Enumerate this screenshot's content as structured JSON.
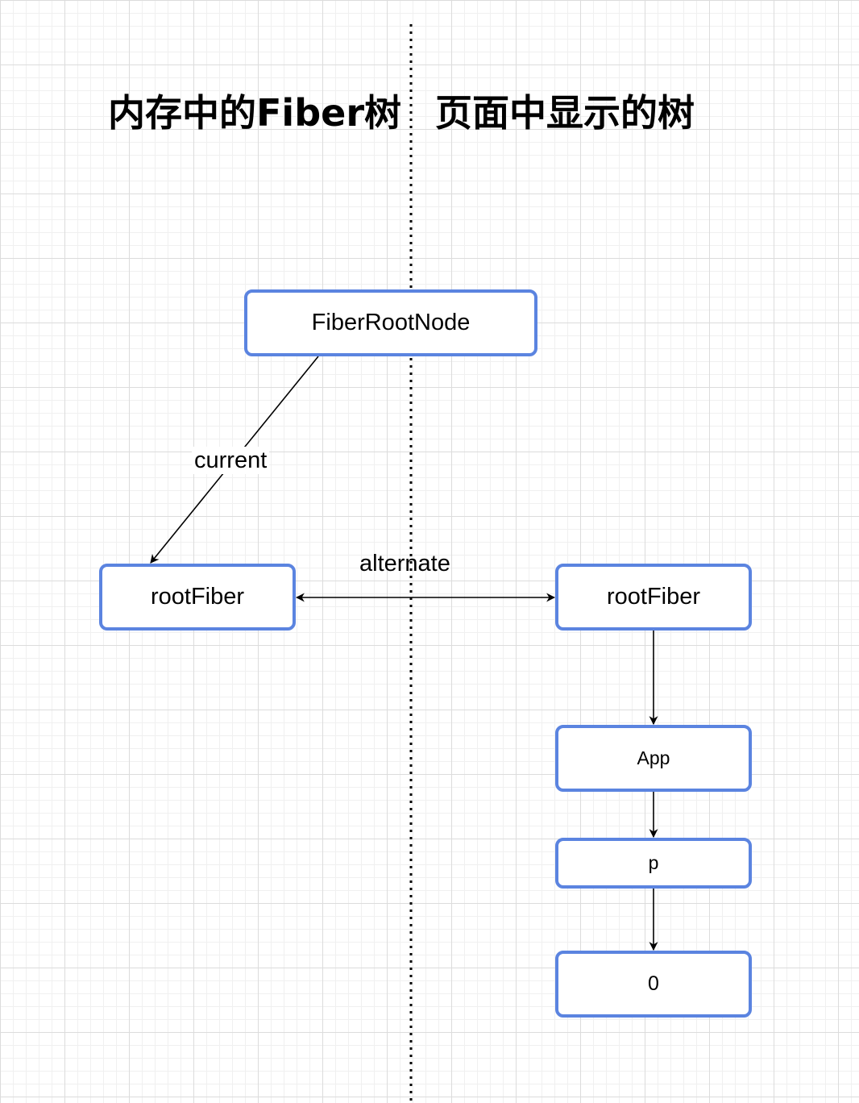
{
  "headings": {
    "left": "内存中的Fiber树",
    "right": "页面中显示的树"
  },
  "nodes": {
    "fiber_root_node": "FiberRootNode",
    "root_fiber_left": "rootFiber",
    "root_fiber_right": "rootFiber",
    "app": "App",
    "p": "p",
    "zero": "0"
  },
  "edges": {
    "current": "current",
    "alternate": "alternate"
  },
  "colors": {
    "node_border": "#5b84e0",
    "grid_major": "#dcdcdc",
    "grid_minor": "#f0f0f0",
    "line": "#000000"
  }
}
